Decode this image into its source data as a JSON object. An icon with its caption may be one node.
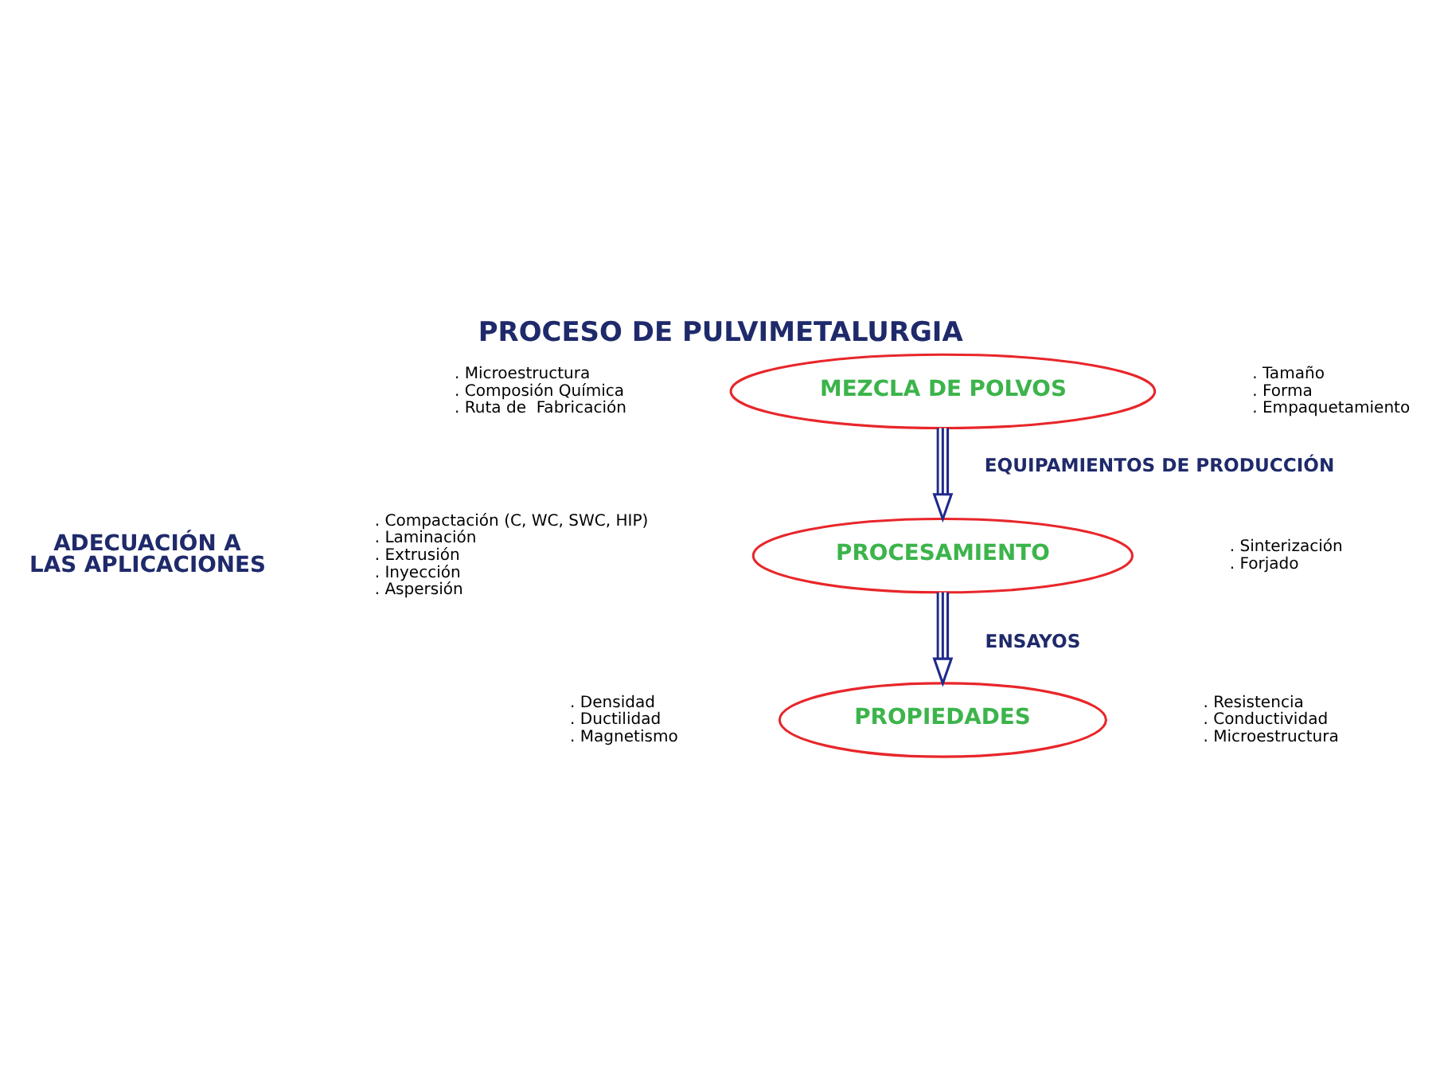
{
  "diagram": {
    "title": "PROCESO DE PULVIMETALURGIA",
    "nodes": [
      {
        "text": [
          "MEZCLA DE POLVOS"
        ],
        "beside": [
          ". Microestructura",
          ". Composión Química",
          ". Ruta de  Fabricación",
          ". Tamaño",
          ". Forma",
          ". Empaquetamiento"
        ]
      },
      {
        "text": [
          "PROCESAMIENTO"
        ],
        "beside": [
          ". Compactación (C, WC, SWC, HIP)",
          ". Laminación",
          ". Extrusión",
          ". Inyección",
          ". Aspersión",
          ". Sinterización",
          ". Forjado"
        ]
      },
      {
        "text": [
          "PROPIEDADES"
        ],
        "beside": [
          ". Densidad",
          ". Ductilidad",
          ". Magnetismo",
          ". Resistencia",
          ". Conductividad",
          ". Microestructura"
        ]
      }
    ],
    "edges": [
      {
        "from": 0,
        "to": 1,
        "arrow": "to",
        "label": "EQUIPAMIENTOS DE PRODUCCIÓN"
      },
      {
        "from": 1,
        "to": 2,
        "arrow": "to",
        "label": "ENSAYOS"
      }
    ],
    "labels": [
      "ADECUACIÓN A LAS APLICACIONES"
    ]
  }
}
